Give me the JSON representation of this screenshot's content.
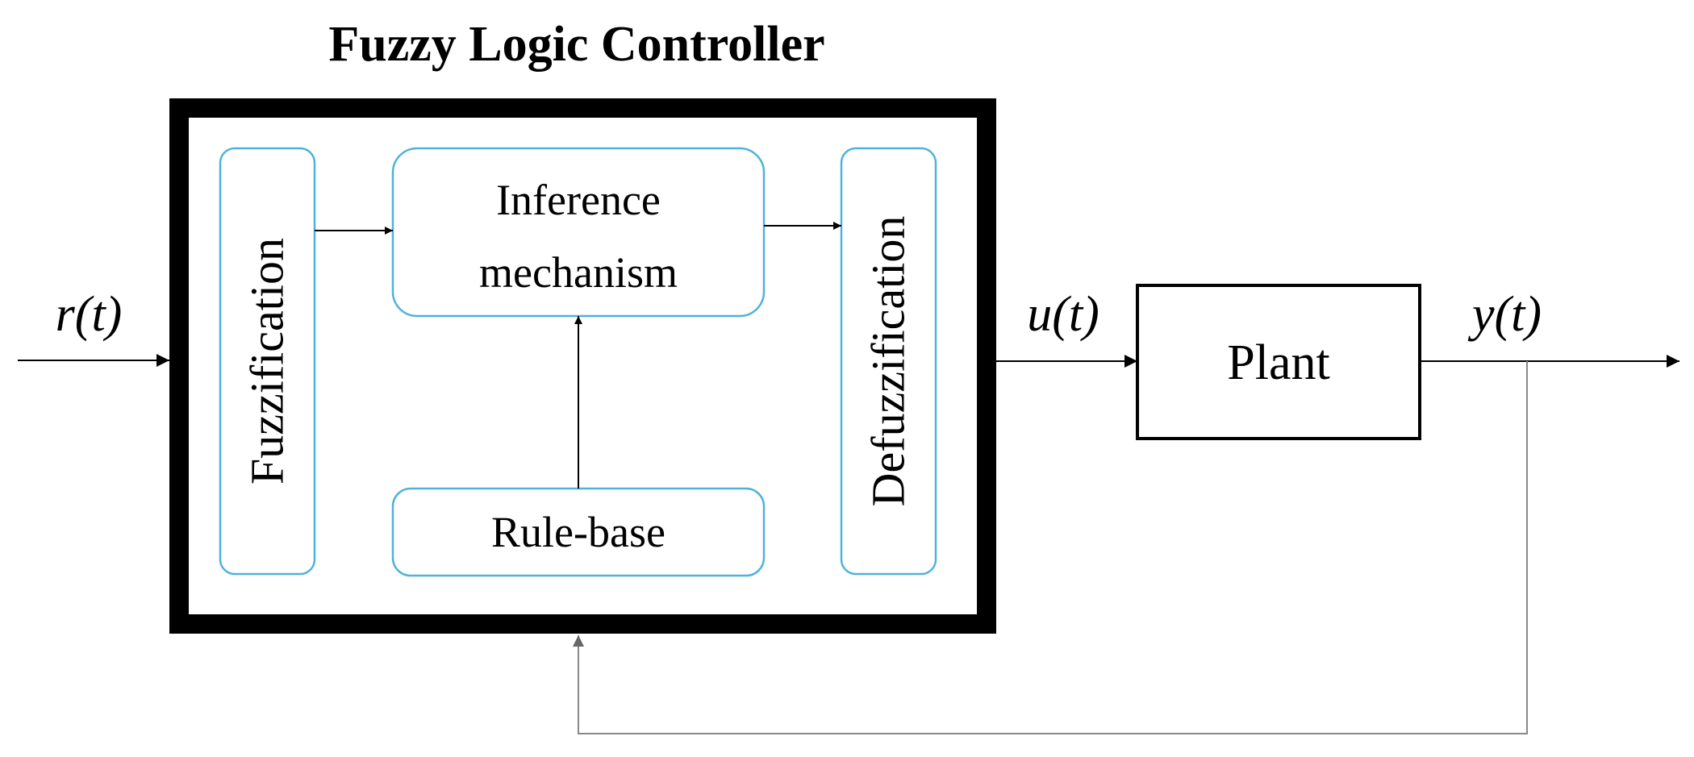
{
  "title": "Fuzzy Logic Controller",
  "blocks": {
    "fuzzification": "Fuzzification",
    "inference_line1": "Inference",
    "inference_line2": "mechanism",
    "rule_base": "Rule-base",
    "defuzzification": "Defuzzification",
    "plant": "Plant"
  },
  "signals": {
    "reference": "r(t)",
    "control": "u(t)",
    "output": "y(t)"
  },
  "colors": {
    "controller_border": "#000000",
    "sub_block_border": "#4fb3d9",
    "arrow": "#000000",
    "feedback": "#888888"
  }
}
